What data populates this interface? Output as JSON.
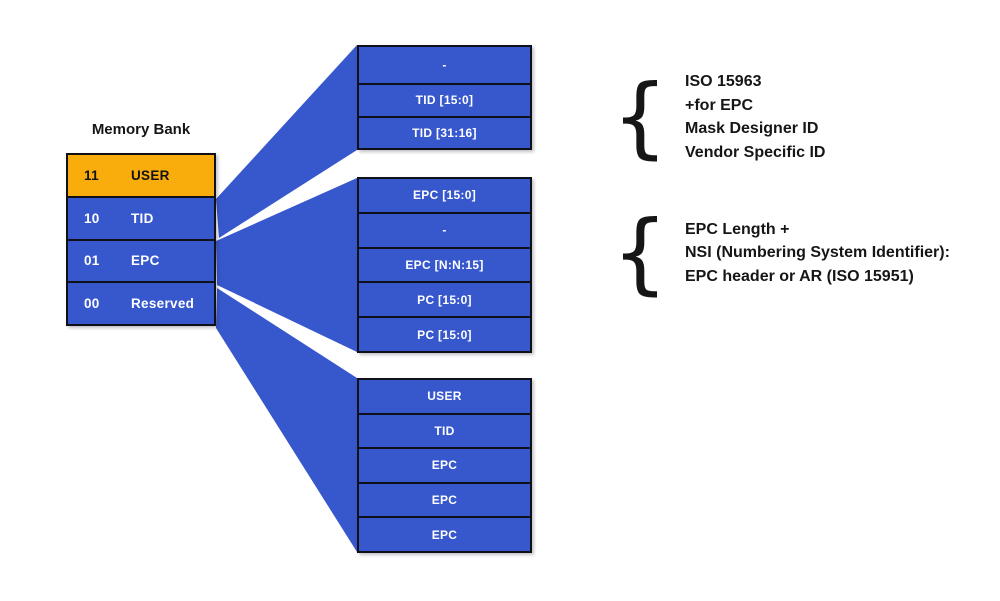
{
  "colors": {
    "blue": "#3757cd",
    "orange": "#f9ad0d",
    "border": "#101019",
    "ink": "#161616",
    "text_light": "#ffffff",
    "background": "#ffffff"
  },
  "memory_bank": {
    "title": "Memory Bank",
    "rows": [
      {
        "code": "11",
        "label": "USER"
      },
      {
        "code": "10",
        "label": "TID"
      },
      {
        "code": "01",
        "label": "EPC"
      },
      {
        "code": "00",
        "label": "Reserved"
      }
    ]
  },
  "detail_tables": {
    "tid": {
      "rows": [
        "-",
        "TID [15:0]",
        "TID [31:16]"
      ]
    },
    "epc": {
      "rows": [
        "EPC [15:0]",
        "-",
        "EPC [N:N:15]",
        "PC [15:0]",
        "PC [15:0]"
      ]
    },
    "full": {
      "rows": [
        "USER",
        "TID",
        "EPC",
        "EPC",
        "EPC"
      ]
    }
  },
  "annotations": [
    {
      "brace": "{",
      "lines": [
        "ISO 15963",
        "+for EPC",
        "Mask Designer ID",
        "Vendor Specific ID"
      ]
    },
    {
      "brace": "{",
      "lines": [
        "EPC Length +",
        "NSI (Numbering System Identifier):",
        "EPC header or AR (ISO 15951)"
      ]
    }
  ]
}
